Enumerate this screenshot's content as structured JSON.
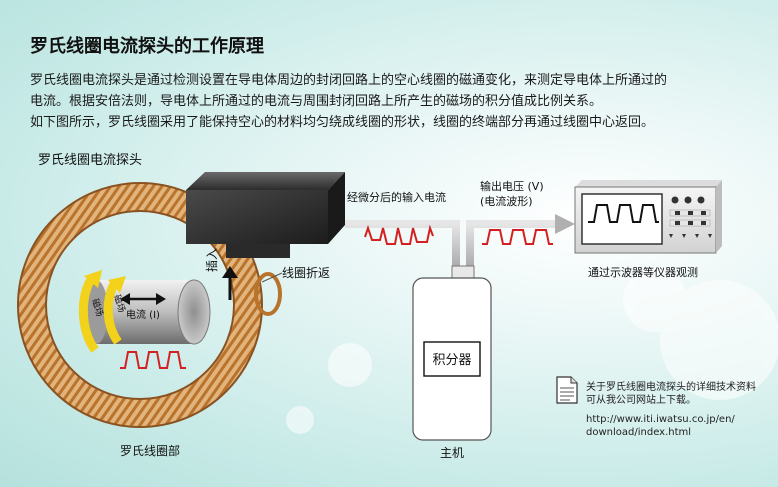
{
  "title": "罗氏线圈电流探头的工作原理",
  "intro": [
    "罗氏线圈电流探头是通过检测设置在导电体周边的封闭回路上的空心线圈的磁通变化，来测定导电体上所通过的",
    "电流。根据安倍法则，导电体上所通过的电流与周围封闭回路上所产生的磁场的积分值成比例关系。",
    "如下图所示，罗氏线圈采用了能保持空心的材料均匀绕成线圈的形状，线圈的终端部分再通过线圈中心返回。"
  ],
  "diagram": {
    "probe_title": "罗氏线圈电流探头",
    "labels": {
      "coil_section": "罗氏线圈部",
      "coil_return": "线圈折返",
      "insert": "插入",
      "magnetic_field_1": "磁场",
      "magnetic_field_2": "磁场",
      "current": "电流 (I)",
      "integrated_input": "经微分后的输入电流",
      "output_voltage_1": "输出电压 (V)",
      "output_voltage_2": "(电流波形)",
      "integrator": "积分器",
      "main_unit": "主机",
      "observe": "通过示波器等仪器观测"
    },
    "note_lines": [
      "关于罗氏线圈电流探头的详细技术资料",
      "可从我公司网站上下载。",
      "http://www.iti.iwatsu.co.jp/en/",
      "download/index.html"
    ],
    "colors": {
      "coil": "#c98a3c",
      "waveform": "#d42020",
      "arrow_yellow": "#f2d21a",
      "black_box": "#3a3a3a"
    }
  }
}
